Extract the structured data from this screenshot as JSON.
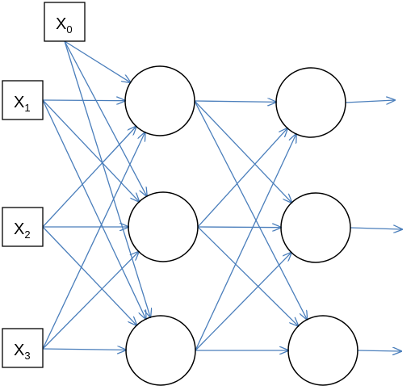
{
  "inputs": [
    {
      "base": "X",
      "sub": "0"
    },
    {
      "base": "X",
      "sub": "1"
    },
    {
      "base": "X",
      "sub": "2"
    },
    {
      "base": "X",
      "sub": "3"
    }
  ],
  "colors": {
    "edge": "#4a7ebb",
    "node_stroke": "#000000",
    "node_fill": "#ffffff",
    "text": "#000000"
  }
}
